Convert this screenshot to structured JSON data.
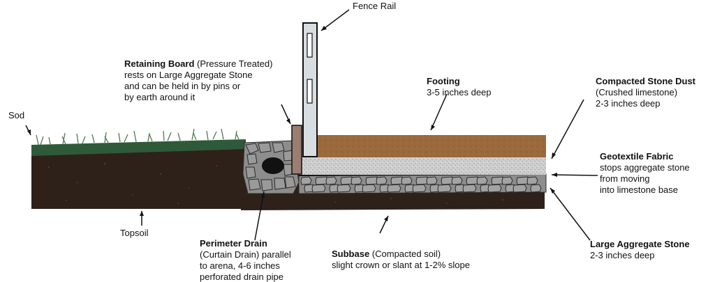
{
  "labels": {
    "fence_rail": "Fence Rail",
    "retaining_board": {
      "title": "Retaining Board",
      "qualifier": " (Pressure Treated)",
      "line2": "rests on Large Aggregate Stone",
      "line3": "and can be held in by pins or",
      "line4": "by earth around it"
    },
    "sod": "Sod",
    "topsoil": "Topsoil",
    "footing": {
      "title": "Footing",
      "line2": "3-5 inches deep"
    },
    "compacted_stone_dust": {
      "title": "Compacted Stone Dust",
      "line2": "(Crushed limestone)",
      "line3": "2-3 inches deep"
    },
    "geotextile_fabric": {
      "title": "Geotextile Fabric",
      "line2": "stops aggregate stone",
      "line3": "from moving",
      "line4": "into limestone base"
    },
    "perimeter_drain": {
      "title": "Perimeter Drain",
      "line2": "(Curtain Drain) parallel",
      "line3": "to arena, 4-6 inches",
      "line4": "perforated drain pipe"
    },
    "subbase": {
      "title": "Subbase",
      "qualifier": " (Compacted soil)",
      "line2": "slight crown or slant at 1-2% slope"
    },
    "large_aggregate_stone": {
      "title": "Large Aggregate Stone",
      "line2": "2-3 inches deep"
    }
  },
  "colors": {
    "soil": "#2e2119",
    "sod": "#2f5a3a",
    "grass": "#4e7a50",
    "footing": "#9a6a3c",
    "stone_dust": "#c9c9c9",
    "aggregate": "#8d8d8d",
    "aggregate_lines": "#2a2a2a",
    "retaining_board": "#9a7e72",
    "fence_rail": "#d8dde2",
    "pipe": "#111111"
  }
}
